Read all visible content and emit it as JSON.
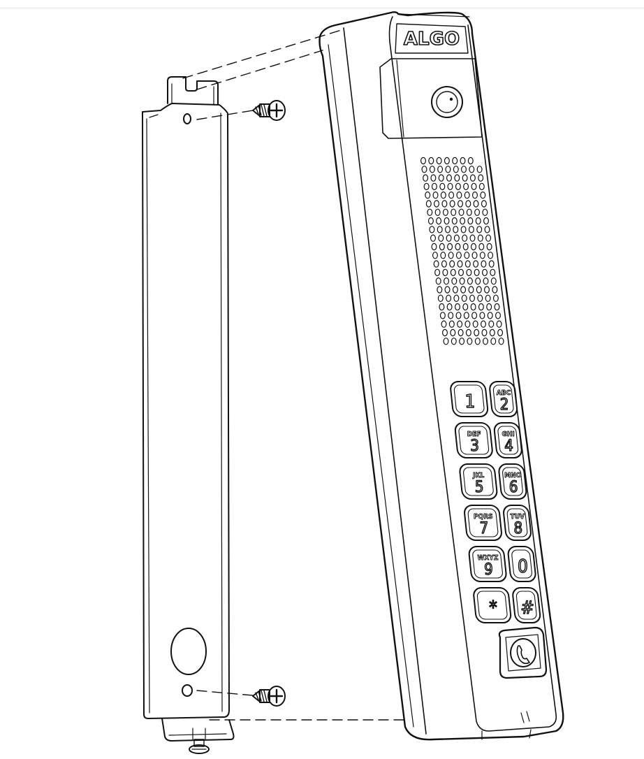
{
  "device": {
    "brand": "ALGO",
    "keypad": [
      {
        "digit": "1",
        "letters": ""
      },
      {
        "digit": "2",
        "letters": "ABC"
      },
      {
        "digit": "3",
        "letters": "DEF"
      },
      {
        "digit": "4",
        "letters": "GHI"
      },
      {
        "digit": "5",
        "letters": "JKL"
      },
      {
        "digit": "6",
        "letters": "MNO"
      },
      {
        "digit": "7",
        "letters": "PQRS"
      },
      {
        "digit": "8",
        "letters": "TUV"
      },
      {
        "digit": "9",
        "letters": "WXYZ"
      },
      {
        "digit": "0",
        "letters": ""
      },
      {
        "digit": "*",
        "letters": ""
      },
      {
        "digit": "#",
        "letters": ""
      }
    ],
    "call_icon": "phone-handset-icon",
    "camera_icon": "camera-lens-icon"
  },
  "bracket": {
    "screw_icon": "phillips-screw-icon"
  },
  "colors": {
    "line": "#111111",
    "background": "#ffffff"
  }
}
